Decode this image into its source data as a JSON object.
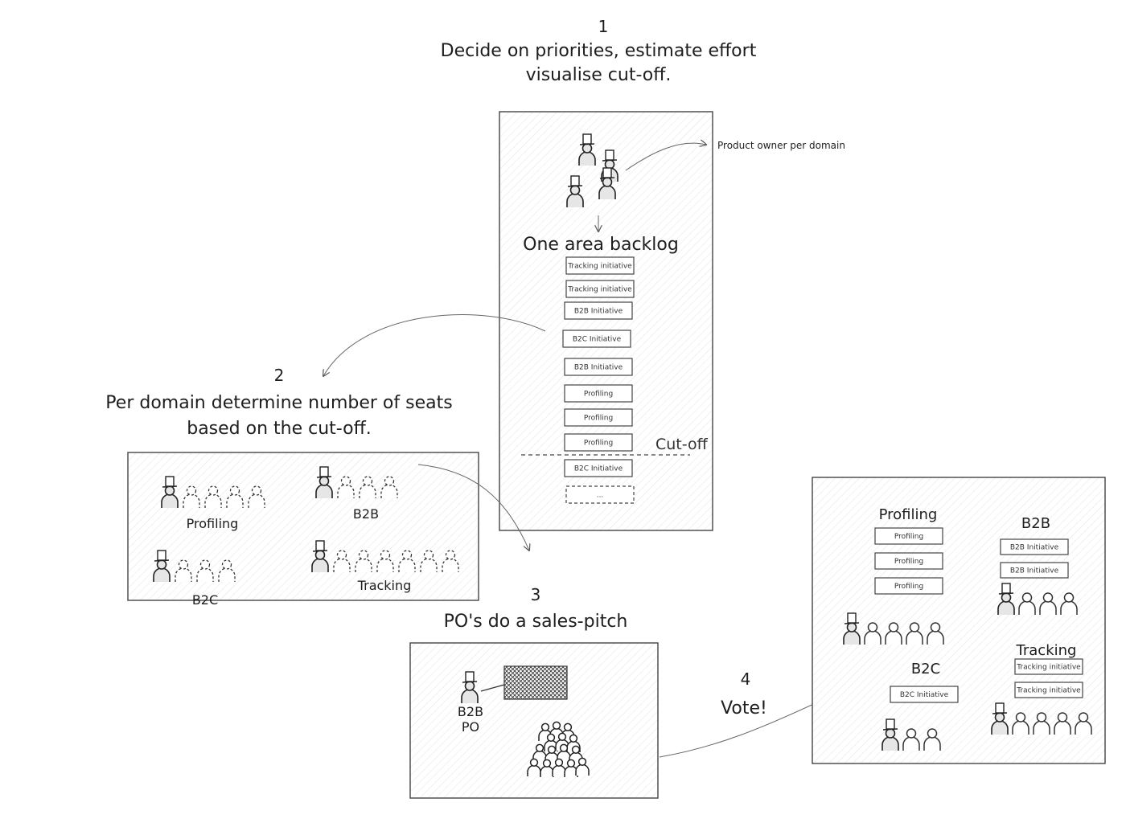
{
  "step1": {
    "number": "1",
    "line1": "Decide on priorities, estimate effort",
    "line2": "visualise cut-off."
  },
  "backlog": {
    "po_annotation": "Product owner per domain",
    "title": "One area backlog",
    "items": [
      "Tracking initiative",
      "Tracking initiative",
      "B2B Initiative",
      "B2C Initiative",
      "B2B Initiative",
      "Profiling",
      "Profiling",
      "Profiling",
      "B2C Initiative",
      "..."
    ],
    "cutoff_label": "Cut-off"
  },
  "step2": {
    "number": "2",
    "line1": "Per domain determine number of seats",
    "line2": "based on the cut-off.",
    "domains": [
      "Profiling",
      "B2B",
      "B2C",
      "Tracking"
    ]
  },
  "step3": {
    "number": "3",
    "title": "PO's do a sales-pitch",
    "po_line1": "B2B",
    "po_line2": "PO"
  },
  "step4": {
    "number": "4",
    "title": "Vote!",
    "profiling_title": "Profiling",
    "profiling_items": [
      "Profiling",
      "Profiling",
      "Profiling"
    ],
    "b2b_title": "B2B",
    "b2b_items": [
      "B2B Initiative",
      "B2B Initiative"
    ],
    "b2c_title": "B2C",
    "b2c_items": [
      "B2C Initiative"
    ],
    "tracking_title": "Tracking",
    "tracking_items": [
      "Tracking initiative",
      "Tracking initiative"
    ]
  }
}
